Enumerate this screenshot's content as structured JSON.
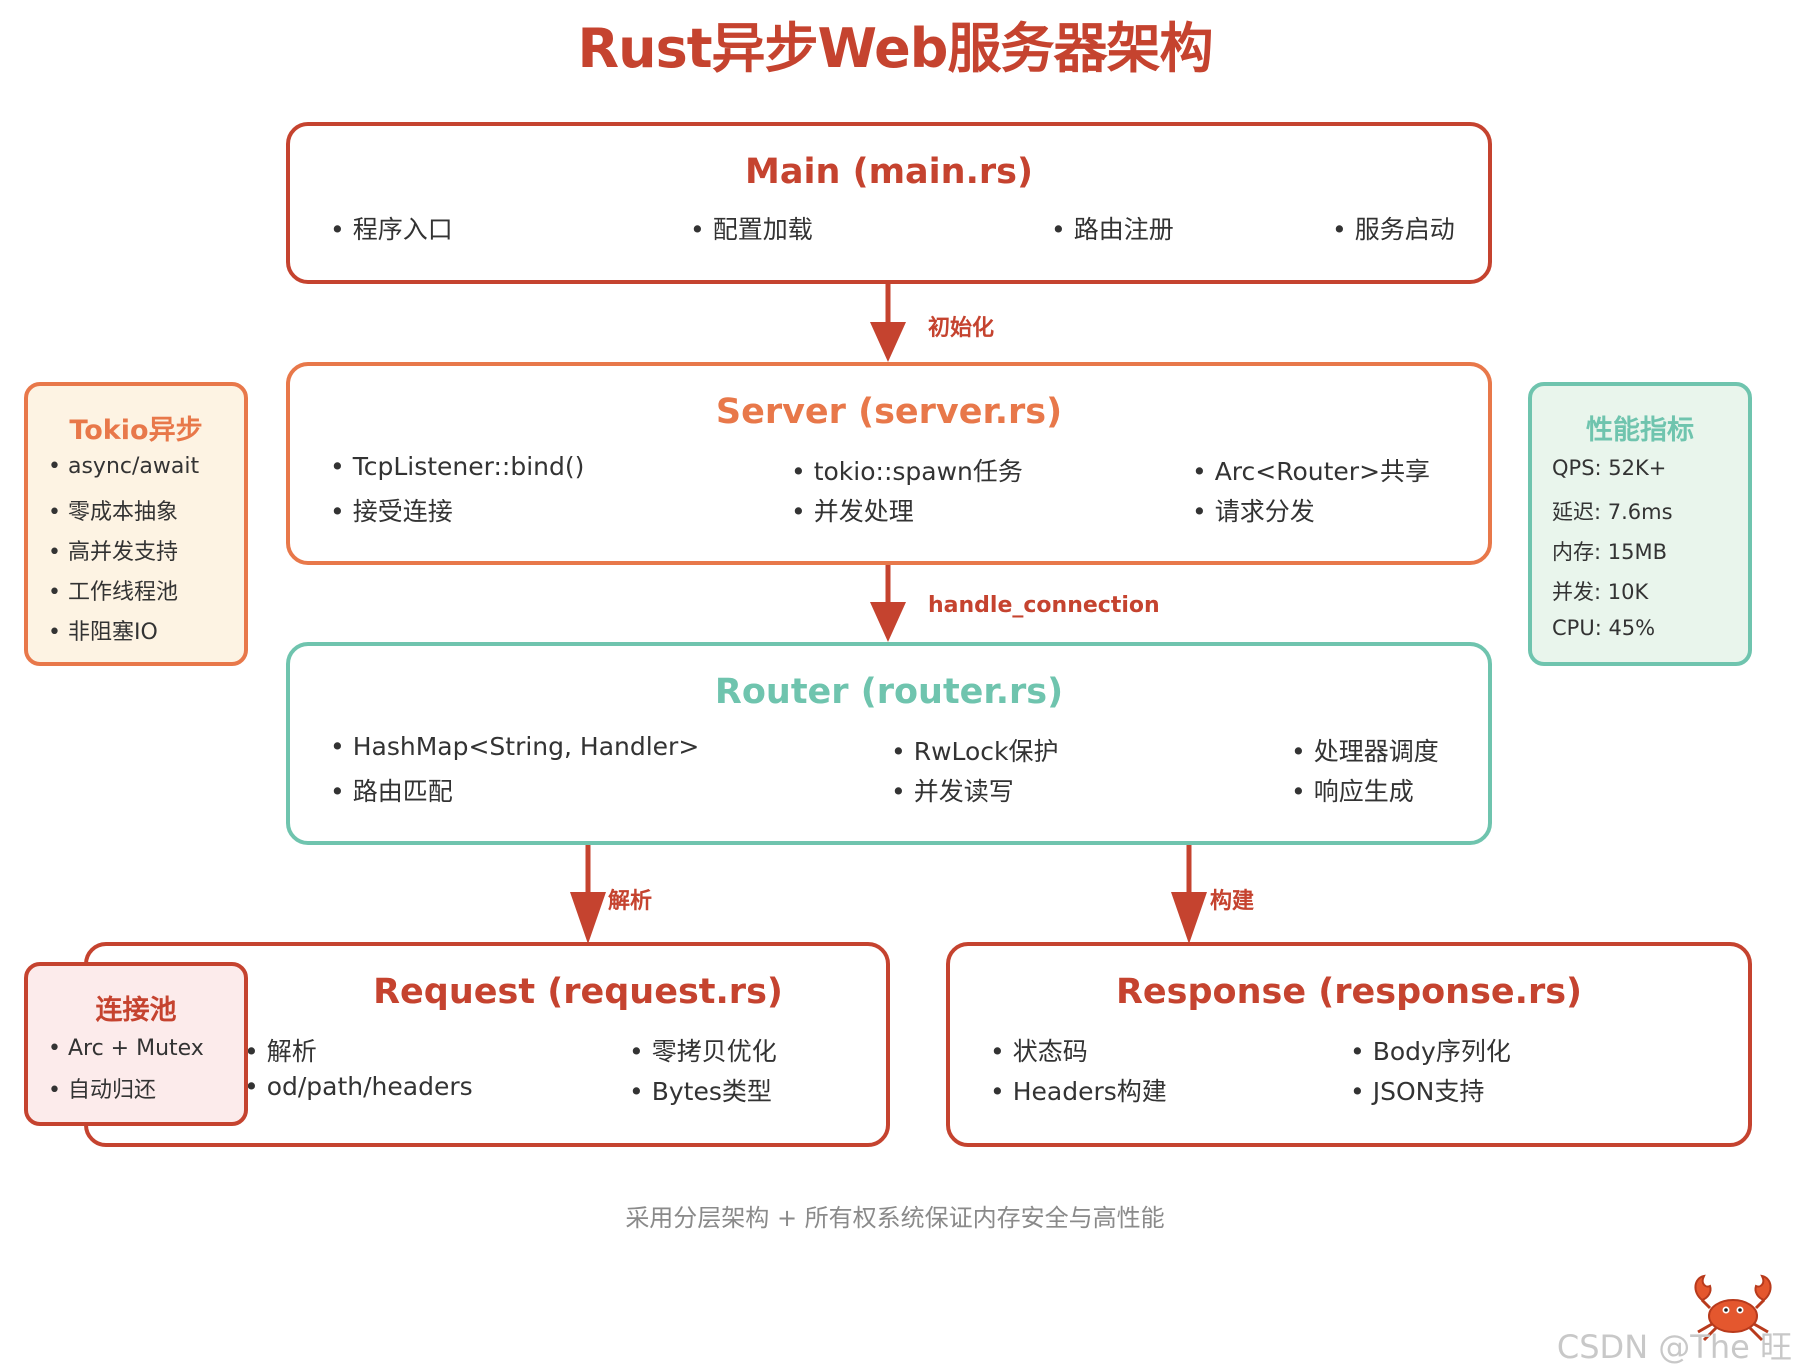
{
  "title": "Rust异步Web服务器架构",
  "main_box": {
    "title": "Main (main.rs)",
    "items": [
      "程序入口",
      "配置加载",
      "路由注册",
      "服务启动"
    ]
  },
  "server_box": {
    "title": "Server (server.rs)",
    "items": [
      "TcpListener::bind()",
      "tokio::spawn任务",
      "Arc<Router>共享",
      "接受连接",
      "并发处理",
      "请求分发"
    ]
  },
  "router_box": {
    "title": "Router (router.rs)",
    "items": [
      "HashMap<String, Handler>",
      "RwLock保护",
      "处理器调度",
      "路由匹配",
      "并发读写",
      "响应生成"
    ]
  },
  "request_box": {
    "title": "Request (request.rs)",
    "items": [
      "解析",
      "零拷贝优化",
      "od/path/headers",
      "Bytes类型"
    ]
  },
  "response_box": {
    "title": "Response (response.rs)",
    "items": [
      "状态码",
      "Body序列化",
      "Headers构建",
      "JSON支持"
    ]
  },
  "edges": {
    "main_to_server": "初始化",
    "server_to_router": "handle_connection",
    "router_to_request": "解析",
    "router_to_response": "构建"
  },
  "tokio_panel": {
    "title": "Tokio异步",
    "items": [
      "async/await",
      "零成本抽象",
      "高并发支持",
      "工作线程池",
      "非阻塞IO"
    ]
  },
  "perf_panel": {
    "title": "性能指标",
    "items": [
      "QPS: 52K+",
      "延迟: 7.6ms",
      "内存: 15MB",
      "并发: 10K",
      "CPU: 45%"
    ]
  },
  "pool_panel": {
    "title": "连接池",
    "items": [
      "Arc + Mutex",
      "自动归还"
    ]
  },
  "footer": "采用分层架构 + 所有权系统保证内存安全与高性能",
  "watermark": "CSDN @The 旺",
  "colors": {
    "accent_red": "#c5432f",
    "server_orange": "#e8784a",
    "router_teal": "#6fc4ae",
    "tokio_bg": "#fdf3e3",
    "perf_bg": "#e9f5ec",
    "pool_bg": "#fcebeb"
  },
  "icons": {
    "mascot": "crab-icon"
  }
}
